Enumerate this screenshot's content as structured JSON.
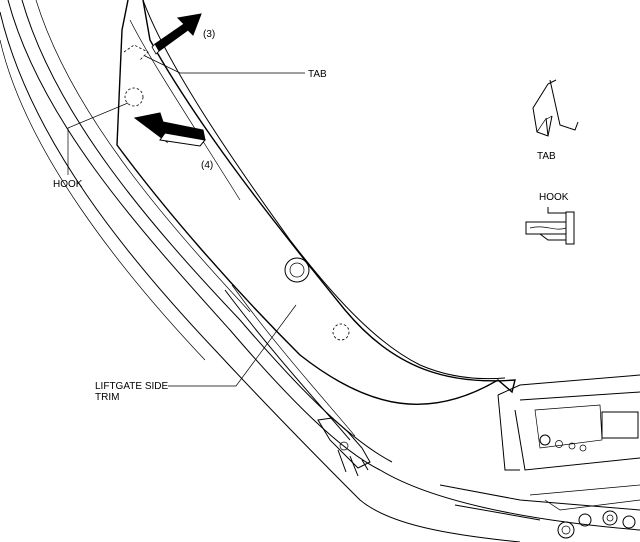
{
  "labels": {
    "tab": "TAB",
    "hook": "HOOK",
    "step3": "(3)",
    "step4": "(4)",
    "trim_line1": "LIFTGATE SIDE",
    "trim_line2": "TRIM",
    "detail_tab": "TAB",
    "detail_hook": "HOOK"
  },
  "colors": {
    "line": "#000000",
    "fill": "#ffffff"
  }
}
